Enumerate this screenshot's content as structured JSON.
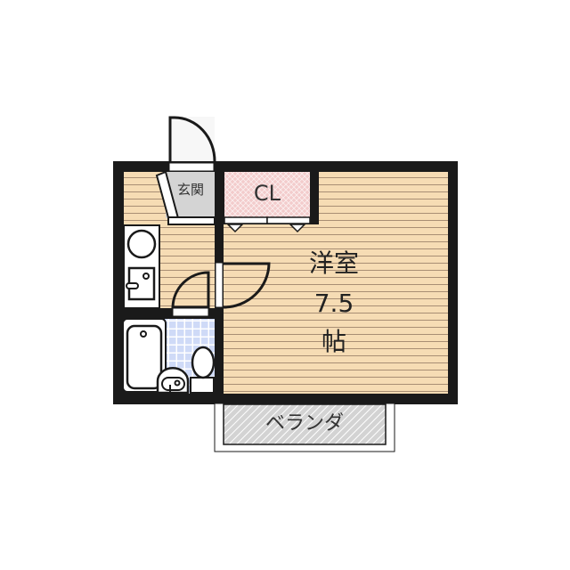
{
  "floor_plan": {
    "rooms": [
      {
        "id": "western-room",
        "label_line1": "洋室",
        "label_line2": "7.5",
        "label_line3": "帖",
        "type": "Western-style room",
        "size_jo": 7.5
      },
      {
        "id": "closet",
        "label": "CL",
        "type": "Closet"
      },
      {
        "id": "entrance",
        "label": "玄関",
        "type": "Entrance"
      },
      {
        "id": "balcony",
        "label": "ベランダ",
        "type": "Veranda"
      },
      {
        "id": "kitchen",
        "label": "",
        "type": "Kitchen / laundry"
      },
      {
        "id": "bathroom",
        "label": "",
        "type": "Unit bath (tub, sink, toilet)"
      }
    ],
    "colors": {
      "wall": "#1a1a1a",
      "floor": "#f6dcb4",
      "floor_stripe": "#a88e74",
      "closet": "#f3cccc",
      "entrance": "#d4d4d4",
      "bath_tile": "#cfdaf7",
      "veranda": "#d3d3d3"
    }
  }
}
